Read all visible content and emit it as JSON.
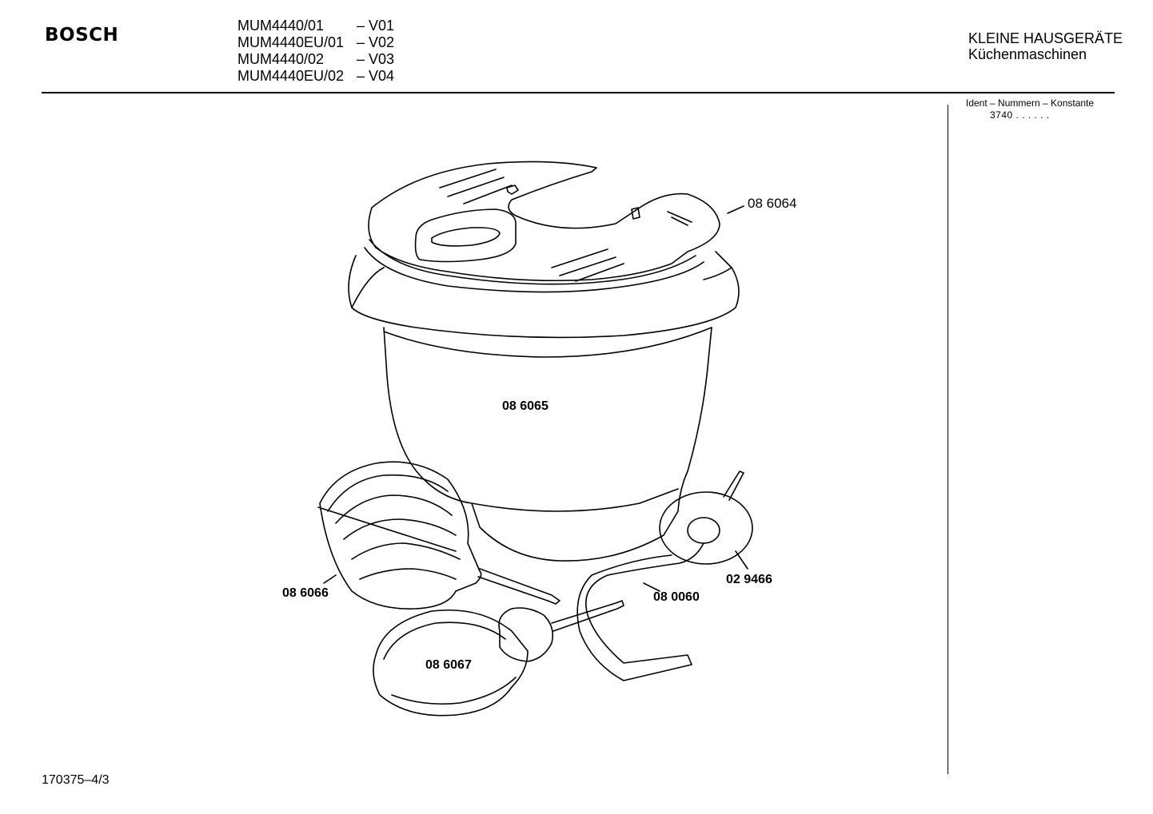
{
  "brand": "BOSCH",
  "models": [
    {
      "code": "MUM4440/01",
      "version": "– V01"
    },
    {
      "code": "MUM4440EU/01",
      "version": "– V02"
    },
    {
      "code": "MUM4440/02",
      "version": "– V03"
    },
    {
      "code": "MUM4440EU/02",
      "version": "– V04"
    }
  ],
  "category": {
    "title": "KLEINE HAUSGERÄTE",
    "subtitle": "Küchenmaschinen"
  },
  "ident": {
    "label": "Ident – Nummern – Konstante",
    "code": "3740  .  .   .  .  .  ."
  },
  "parts": {
    "lid": "08 6064",
    "bowl": "08 6065",
    "whisk": "08 6066",
    "kneader": "08 6067",
    "drive": "08 0060",
    "disc": "02 9466"
  },
  "footer": "170375–4/3"
}
